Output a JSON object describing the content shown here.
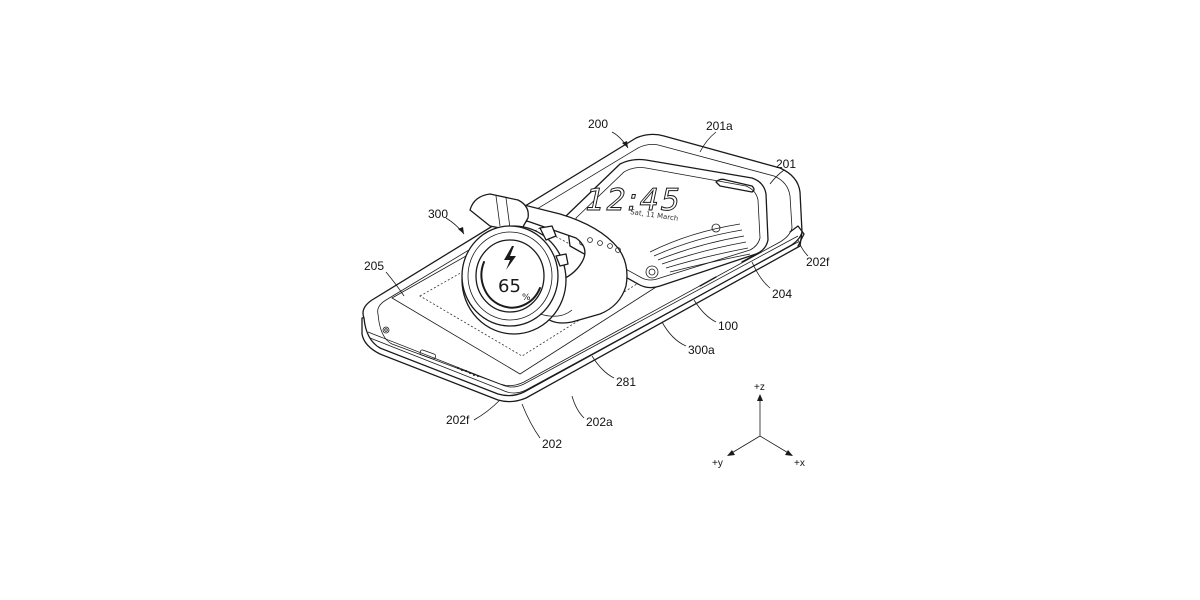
{
  "phone_screen": {
    "time": "12:45",
    "date": "Sat, 11 March"
  },
  "watch_display": {
    "charge_percent": "65",
    "charge_unit": "%"
  },
  "reference_labels": {
    "device_cover": "200",
    "cover_front_portion": "201a",
    "cover_front": "201",
    "cover_side_right": "202f",
    "window": "204",
    "electronic_device": "100",
    "watch_back": "300a",
    "coil_area": "281",
    "cover_bottom_edge": "202a",
    "cover_back": "202",
    "cover_side_left": "202f",
    "charging_area": "205",
    "wearable_device": "300"
  },
  "axes": {
    "z": "+z",
    "y": "+y",
    "x": "+x"
  }
}
